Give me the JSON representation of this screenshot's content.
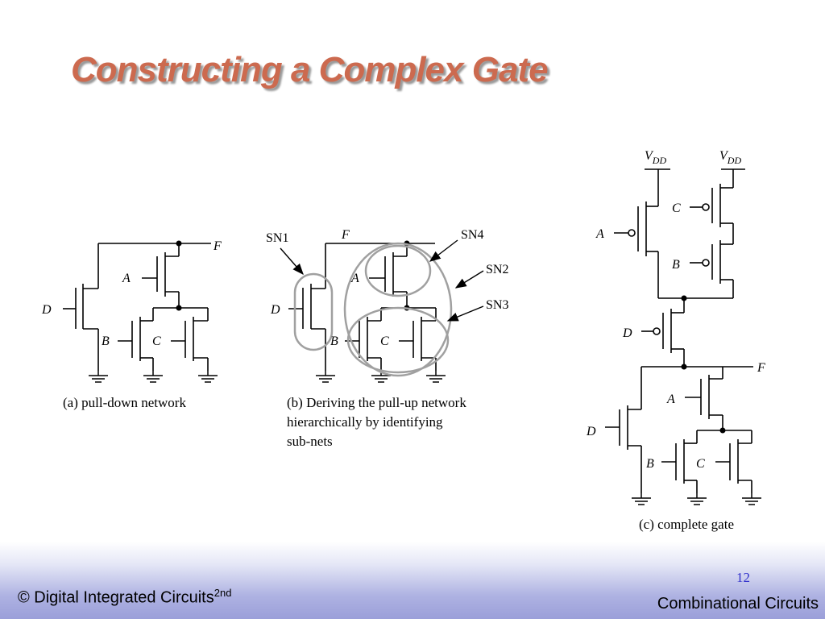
{
  "slide": {
    "title": "Constructing a Complex Gate",
    "page_number": "12",
    "footer_left": "© Digital Integrated Circuits",
    "footer_left_sup": "2nd",
    "footer_right": "Combinational Circuits"
  },
  "panel_a": {
    "caption": "(a) pull-down network",
    "labels": {
      "F": "F",
      "A": "A",
      "B": "B",
      "C": "C",
      "D": "D"
    }
  },
  "panel_b": {
    "caption_lines": [
      "(b) Deriving the pull-up network",
      "hierarchically by identifying",
      "sub-nets"
    ],
    "labels": {
      "F": "F",
      "A": "A",
      "B": "B",
      "C": "C",
      "D": "D"
    },
    "subnets": {
      "sn1": "SN1",
      "sn2": "SN2",
      "sn3": "SN3",
      "sn4": "SN4"
    }
  },
  "panel_c": {
    "caption": "(c) complete gate",
    "vdd_main": "V",
    "vdd_sub": "DD",
    "labels": {
      "F": "F",
      "A": "A",
      "B": "B",
      "C": "C",
      "D": "D"
    }
  },
  "colors": {
    "title": "#cc6a4f",
    "subnet_outline": "#a0a0a0",
    "page_number": "#3333cc"
  }
}
